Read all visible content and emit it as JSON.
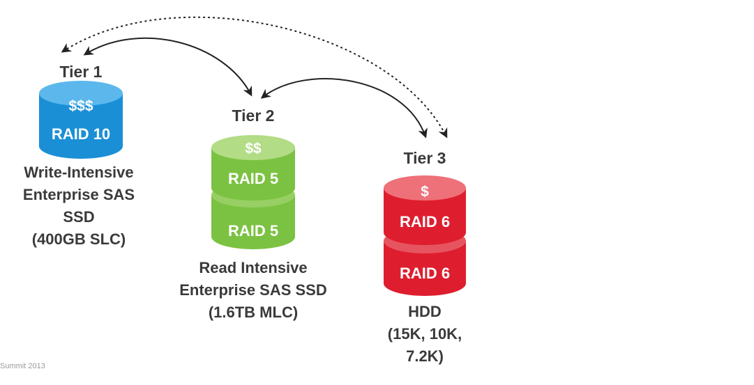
{
  "tiers": [
    {
      "label": "Tier 1",
      "disks": [
        {
          "cost": "$$$",
          "raid": "RAID 10"
        }
      ],
      "description": [
        "Write-Intensive",
        "Enterprise SAS",
        "SSD",
        "(400GB SLC)"
      ],
      "color_main": "#1a8fd6",
      "color_top": "#5cb8ec"
    },
    {
      "label": "Tier 2",
      "disks": [
        {
          "cost": "$$",
          "raid": "RAID 5"
        },
        {
          "cost": "",
          "raid": "RAID 5"
        }
      ],
      "description": [
        "Read Intensive",
        "Enterprise SAS SSD",
        "(1.6TB MLC)"
      ],
      "color_main": "#7cc242",
      "color_top": "#b2dc85"
    },
    {
      "label": "Tier 3",
      "disks": [
        {
          "cost": "$",
          "raid": "RAID 6"
        },
        {
          "cost": "",
          "raid": "RAID 6"
        }
      ],
      "description": [
        "HDD",
        "(15K, 10K,",
        "7.2K)"
      ],
      "color_main": "#de1e2f",
      "color_top": "#ee7079"
    }
  ],
  "footer": "Summit 2013"
}
